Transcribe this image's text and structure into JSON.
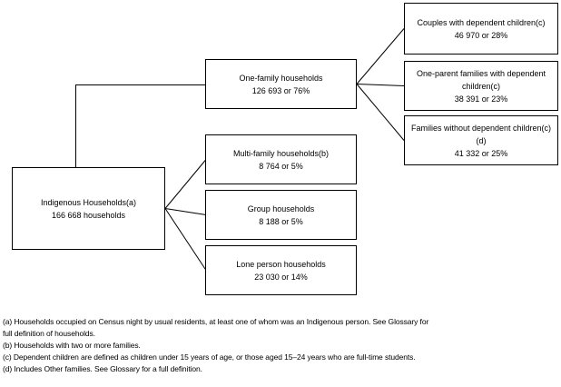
{
  "diagram": {
    "root": {
      "label": "Indigenous Households(a)",
      "value": "166 668 households"
    },
    "household_types": [
      {
        "label": "One-family households",
        "value": "126 693 or 76%"
      },
      {
        "label": "Multi-family households(b)",
        "value": "8 764 or 5%"
      },
      {
        "label": "Group households",
        "value": "8 188 or 5%"
      },
      {
        "label": "Lone person households",
        "value": "23 030 or 14%"
      }
    ],
    "one_family_breakdown": [
      {
        "label": "Couples with dependent children(c)",
        "value": "46 970 or 28%"
      },
      {
        "label": "One-parent families with dependent children(c)",
        "value": "38 391 or 23%"
      },
      {
        "label": "Families without dependent children(c)(d)",
        "value": "41 332 or 25%"
      }
    ]
  },
  "footnotes": {
    "lines": [
      "(a) Households occupied on Census night by usual residents, at least one of whom was an Indigenous person. See Glossary for",
      "full definition of households.",
      "(b) Households with two or more families.",
      "(c) Dependent children are defined as children under 15 years of age, or those aged 15–24 years who are full-time students.",
      "(d) Includes Other families. See Glossary for a full definition."
    ]
  },
  "colors": {
    "line": "#000000",
    "background": "#ffffff",
    "text": "#000000"
  }
}
